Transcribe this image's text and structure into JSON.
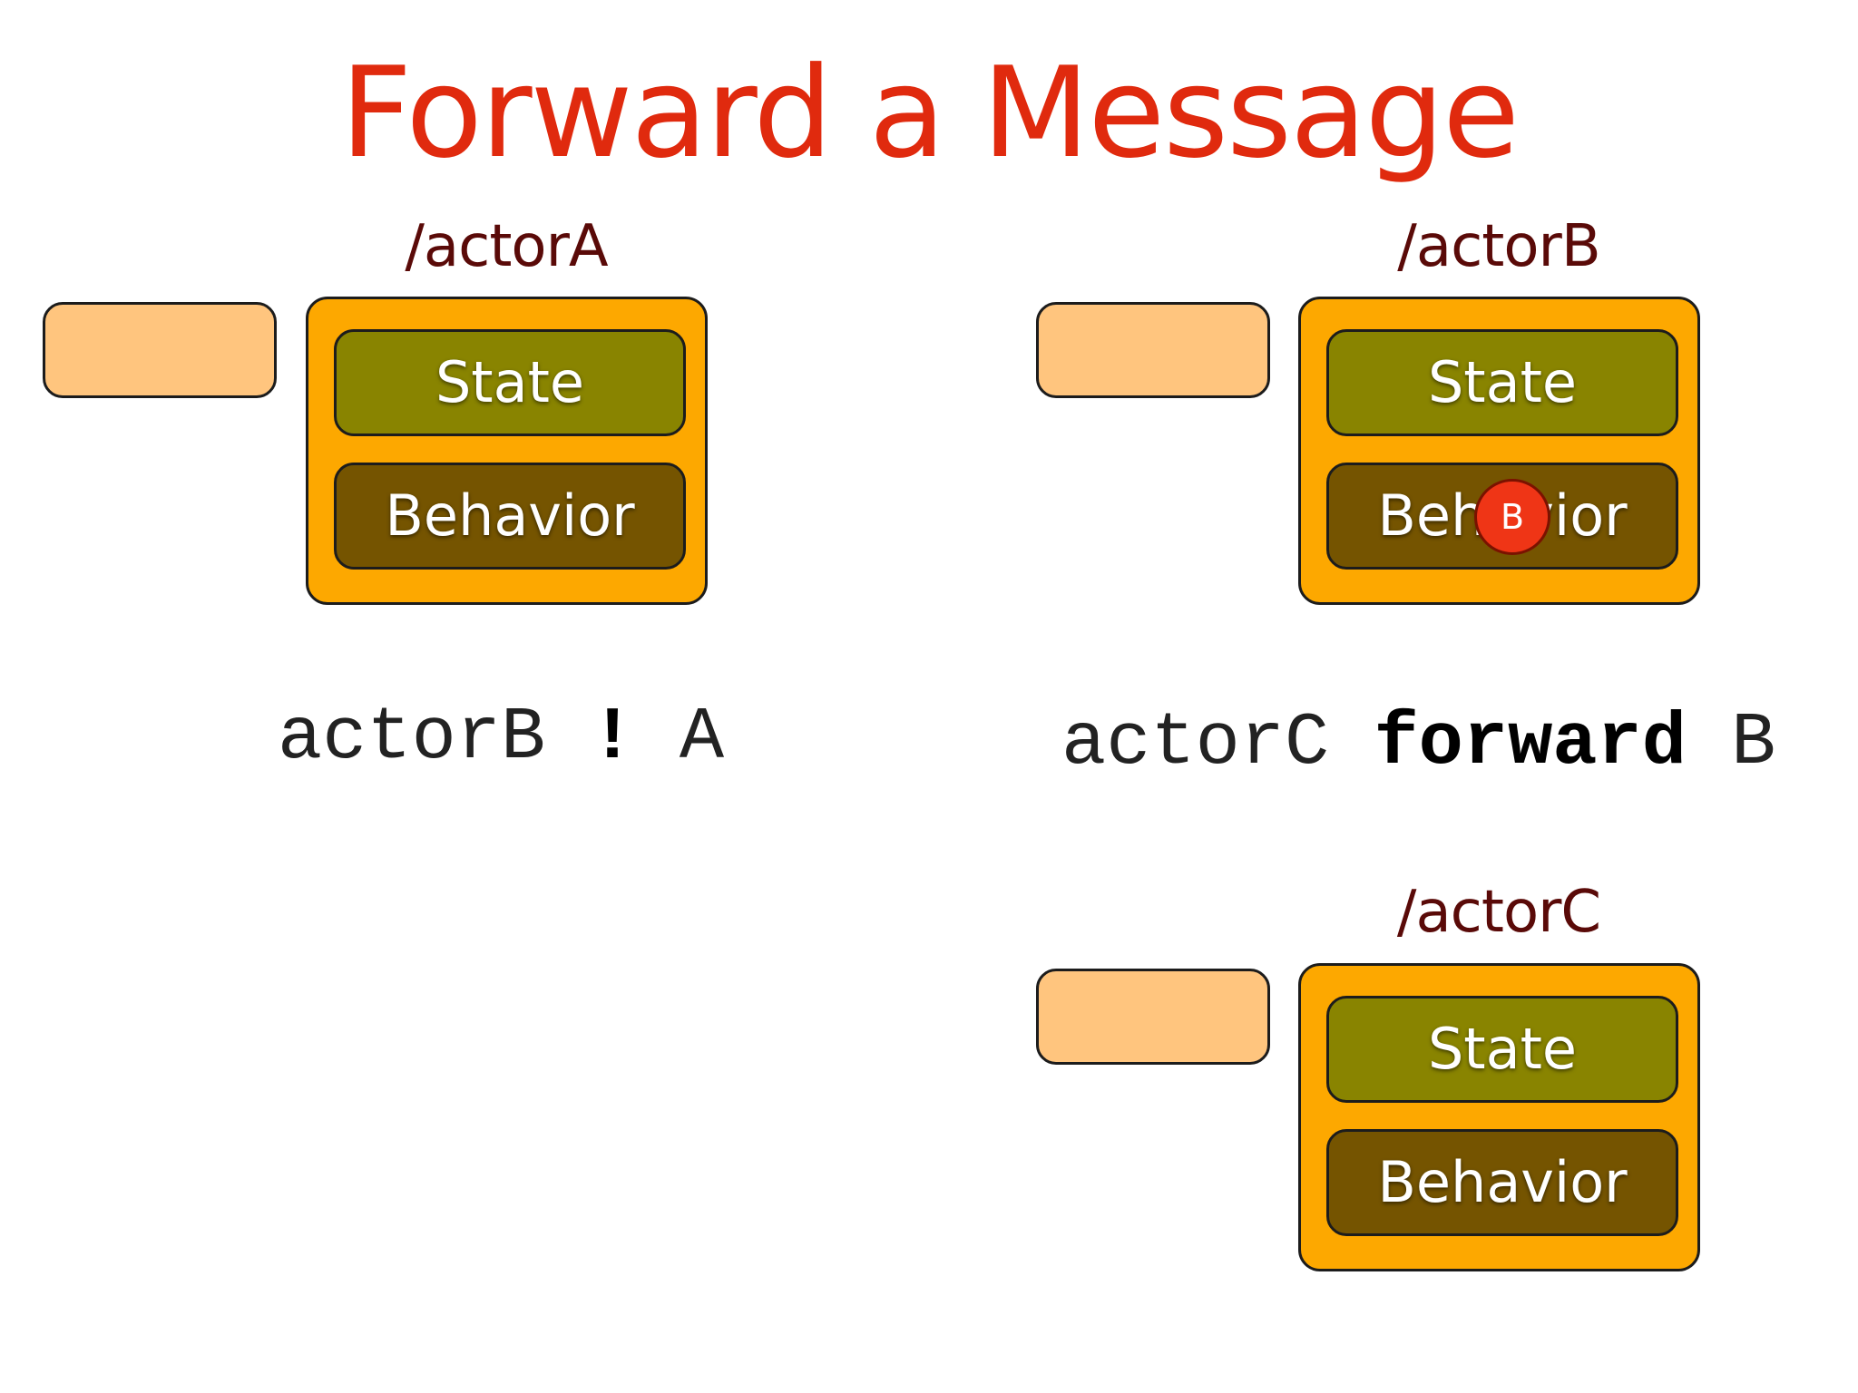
{
  "title": "Forward a Message",
  "actors": {
    "a": {
      "label": "/actorA",
      "state": "State",
      "behavior": "Behavior"
    },
    "b": {
      "label": "/actorB",
      "state": "State",
      "behavior": "Behavior",
      "message": "B"
    },
    "c": {
      "label": "/actorC",
      "state": "State",
      "behavior": "Behavior"
    }
  },
  "code": {
    "send": {
      "target": "actorB",
      "op": "!",
      "msg": "A"
    },
    "forward": {
      "target": "actorC",
      "op": "forward",
      "msg": "B"
    }
  },
  "colors": {
    "title": "#e02a0e",
    "actor_label": "#5a0a08",
    "actor_body": "#fda800",
    "mailbox": "#ffc57e",
    "state": "#898400",
    "behavior": "#755400",
    "message": "#ef3516"
  }
}
